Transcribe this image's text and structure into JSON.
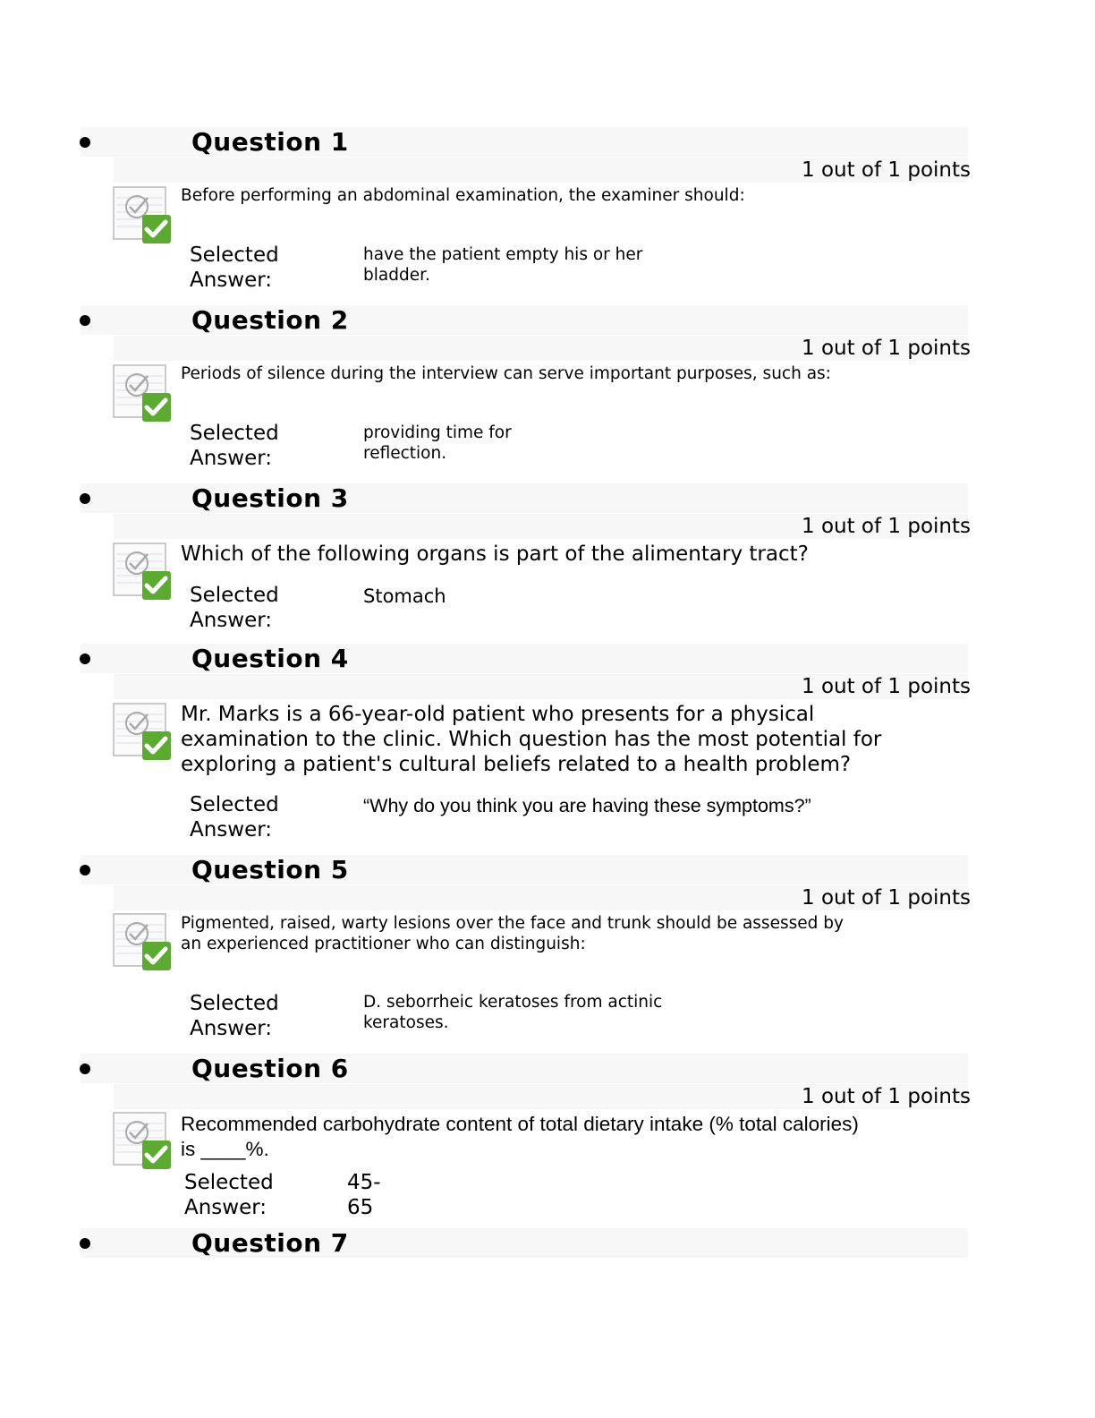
{
  "questions": [
    {
      "title": "Question 1",
      "points": "1 out of 1 points",
      "text": "Before performing an abdominal examination, the examiner should:",
      "selected_label_1": "Selected",
      "selected_label_2": "Answer:",
      "answer_1": "have the patient empty his or her",
      "answer_2": "bladder."
    },
    {
      "title": "Question 2",
      "points": "1 out of 1 points",
      "text": "Periods of silence during the interview can serve important purposes, such as:",
      "selected_label_1": "Selected",
      "selected_label_2": "Answer:",
      "answer_1": "providing time for",
      "answer_2": "reflection."
    },
    {
      "title": "Question 3",
      "points": "1 out of 1 points",
      "text": "Which of the following organs is part of the alimentary tract?",
      "selected_label_1": "Selected",
      "selected_label_2": "Answer:",
      "answer_1": "Stomach"
    },
    {
      "title": "Question 4",
      "points": "1 out of 1 points",
      "text_1": "Mr. Marks is a 66-year-old patient who presents for a physical",
      "text_2": "examination to the clinic. Which question has the most potential for",
      "text_3": "exploring a patient's cultural beliefs related to a health problem?",
      "selected_label_1": "Selected",
      "selected_label_2": "Answer:",
      "answer_1": "“Why do you think you are having these symptoms?”"
    },
    {
      "title": "Question 5",
      "points": "1 out of 1 points",
      "text_1": "Pigmented, raised, warty lesions over the face and trunk should be assessed by",
      "text_2": "an experienced practitioner who can distinguish:",
      "selected_label_1": "Selected",
      "selected_label_2": "Answer:",
      "answer_1": "D. seborrheic keratoses from actinic",
      "answer_2": "keratoses."
    },
    {
      "title": "Question 6",
      "points": "1 out of 1 points",
      "text_1": "Recommended carbohydrate content of total dietary intake (% total calories)",
      "text_2": "is ____%.",
      "selected_label_1": "Selected",
      "selected_label_2": "Answer:",
      "answer_1": "45-",
      "answer_2": "65"
    },
    {
      "title": "Question 7"
    }
  ],
  "icons": {
    "correct": "correct-answer-check-icon"
  },
  "colors": {
    "check_green": "#5aab2f",
    "band": "#f7f7f7"
  }
}
